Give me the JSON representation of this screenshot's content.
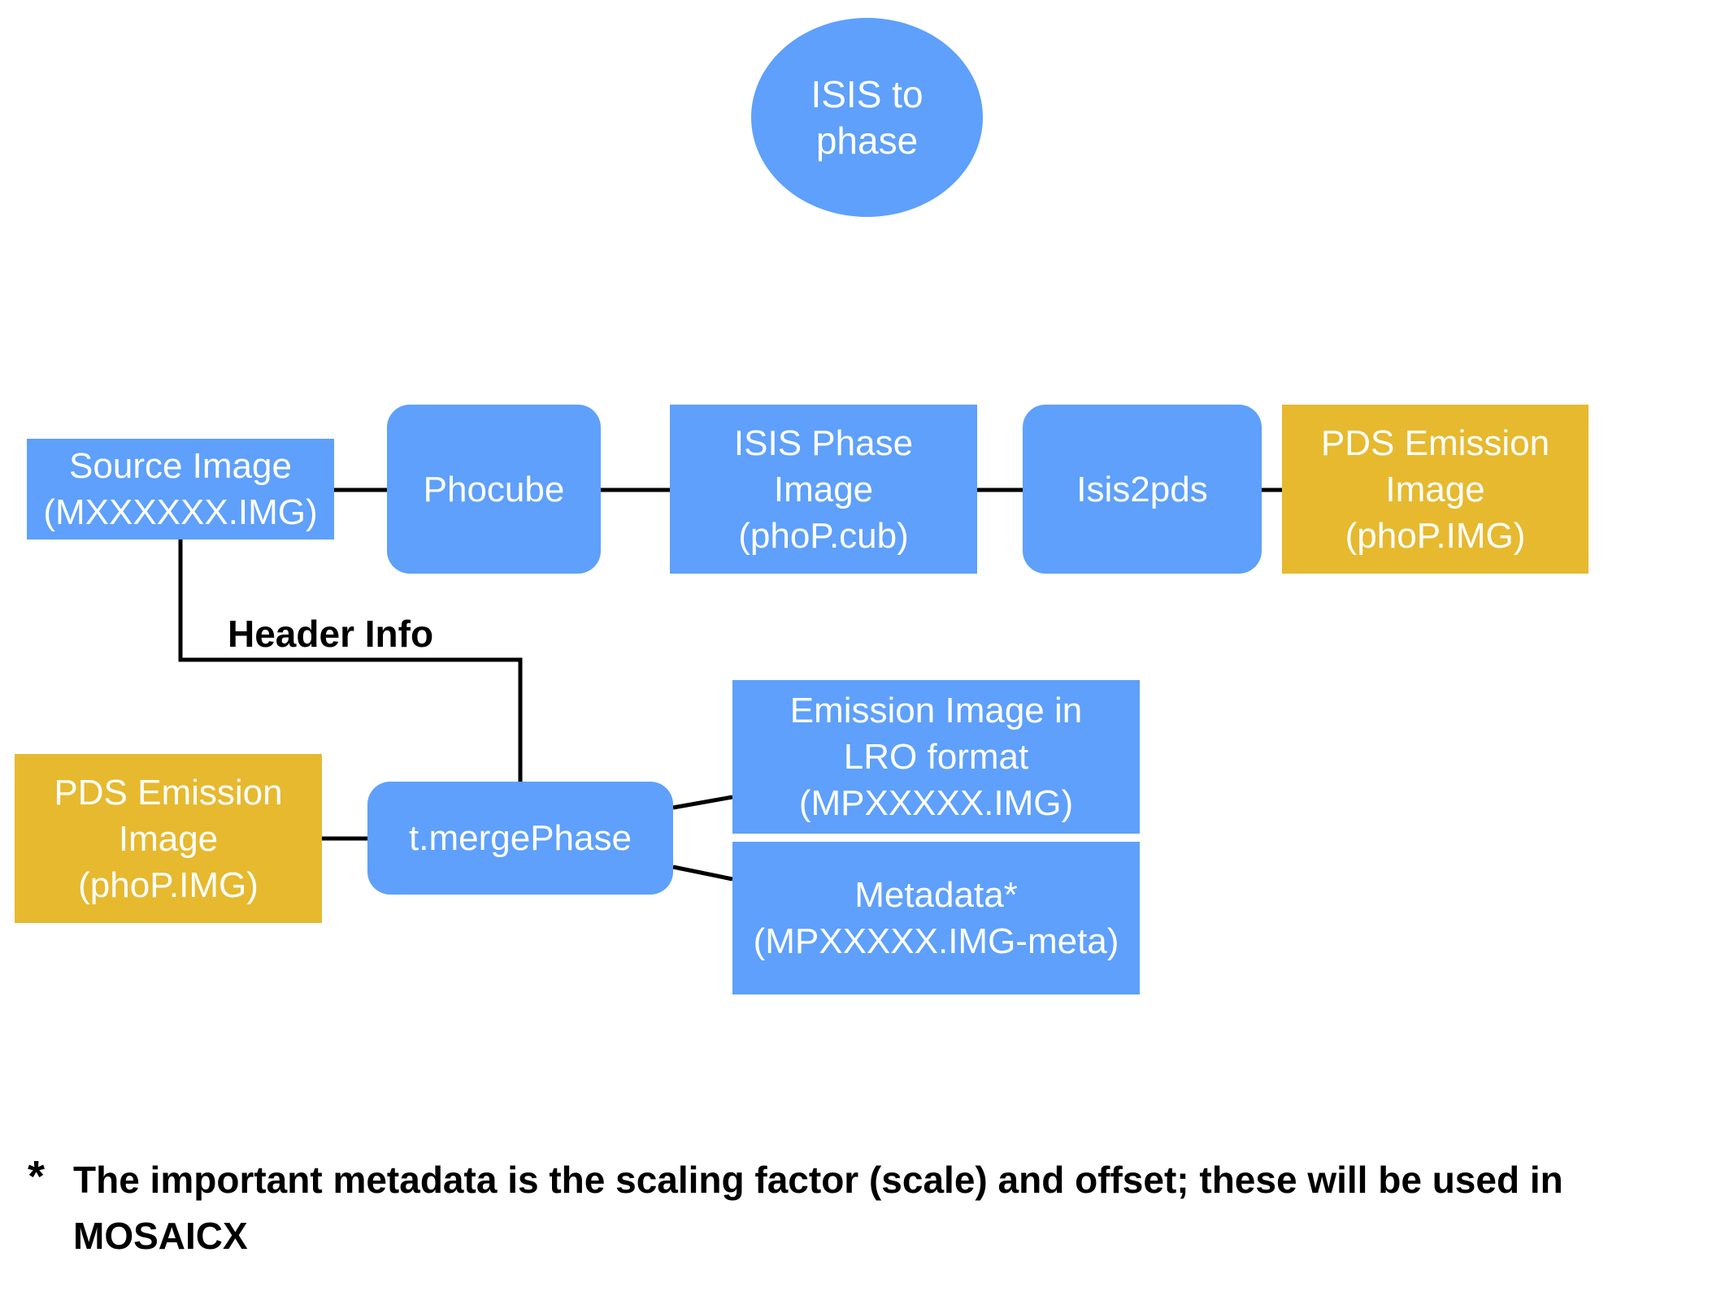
{
  "colors": {
    "process_blue": "#5ea0fb",
    "output_gold": "#e6b92f",
    "text_on_node": "#ffffff",
    "connector": "#000000"
  },
  "title_node": {
    "lines": [
      "ISIS to",
      "phase"
    ]
  },
  "nodes": {
    "source_image": {
      "lines": [
        "Source Image",
        "(MXXXXXX.IMG)"
      ],
      "kind": "data"
    },
    "phocube": {
      "lines": [
        "Phocube"
      ],
      "kind": "process"
    },
    "isis_phase_image": {
      "lines": [
        "ISIS Phase",
        "Image",
        "(phoP.cub)"
      ],
      "kind": "data"
    },
    "isis2pds": {
      "lines": [
        "Isis2pds"
      ],
      "kind": "process"
    },
    "pds_emission_top": {
      "lines": [
        "PDS Emission",
        "Image",
        "(phoP.IMG)"
      ],
      "kind": "output"
    },
    "pds_emission_bottom": {
      "lines": [
        "PDS Emission",
        "Image",
        "(phoP.IMG)"
      ],
      "kind": "output"
    },
    "merge_phase": {
      "lines": [
        "t.mergePhase"
      ],
      "kind": "process"
    },
    "emission_lro": {
      "lines": [
        "Emission Image in",
        "LRO format",
        "(MPXXXXX.IMG)"
      ],
      "kind": "data"
    },
    "metadata": {
      "lines": [
        "Metadata*",
        "(MPXXXXX.IMG-meta)"
      ],
      "kind": "data"
    }
  },
  "edges": [
    {
      "from": "source_image",
      "to": "phocube"
    },
    {
      "from": "phocube",
      "to": "isis_phase_image"
    },
    {
      "from": "isis_phase_image",
      "to": "isis2pds"
    },
    {
      "from": "isis2pds",
      "to": "pds_emission_top"
    },
    {
      "from": "source_image",
      "to": "merge_phase",
      "label": "Header Info"
    },
    {
      "from": "pds_emission_bottom",
      "to": "merge_phase"
    },
    {
      "from": "merge_phase",
      "to": "emission_lro"
    },
    {
      "from": "merge_phase",
      "to": "metadata"
    }
  ],
  "edge_label": "Header Info",
  "footnote": {
    "marker": "*",
    "text": "The important metadata is the scaling factor (scale) and offset; these will be used in MOSAICX"
  }
}
